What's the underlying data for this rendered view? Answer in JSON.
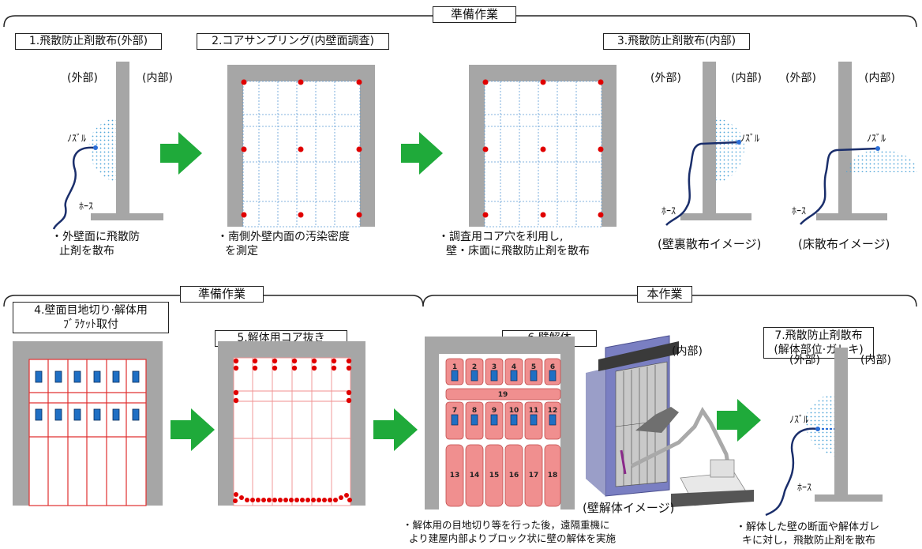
{
  "sections": {
    "prep_top": "準備作業",
    "prep_bottom": "準備作業",
    "main_work": "本作業"
  },
  "steps": {
    "s1": "1.飛散防止剤散布(外部)",
    "s2": "2.コアサンプリング(内壁面調査)",
    "s3": "3.飛散防止剤散布(内部)",
    "s4_line1": "4.壁面目地切り·解体用",
    "s4_line2": "ﾌﾞﾗｹｯﾄ取付",
    "s5": "5.解体用コア抜き",
    "s6": "6.壁解体",
    "s7_line1": "7.飛散防止剤散布",
    "s7_line2": "(解体部位·ガレキ)"
  },
  "labels": {
    "outside": "(外部)",
    "inside": "(内部)",
    "nozzle": "ﾉｽﾞﾙ",
    "hose": "ﾎｰｽ",
    "wall_back_image": "(壁裏散布イメージ)",
    "floor_image": "(床散布イメージ)",
    "wall_demolition_image": "(壁解体イメージ)"
  },
  "captions": {
    "c1_line1": "・外壁面に飛散防",
    "c1_line2": "止剤を散布",
    "c2_line1": "・南側外壁内面の汚染密度",
    "c2_line2": "を測定",
    "c3_line1": "・調査用コア穴を利用し,",
    "c3_line2": "壁・床面に飛散防止剤を散布",
    "c6_line1": "・解体用の目地切り等を行った後，遠隔重機に",
    "c6_line2": "より建屋内部よりブロック状に壁の解体を実施",
    "c7_line1": "・解体した壁の断面や解体ガレ",
    "c7_line2": "キに対し，飛散防止剤を散布"
  },
  "blocks": [
    "1",
    "2",
    "3",
    "4",
    "5",
    "6",
    "7",
    "8",
    "9",
    "10",
    "11",
    "12",
    "13",
    "14",
    "15",
    "16",
    "17",
    "18",
    "19"
  ],
  "colors": {
    "wall": "#a6a6a6",
    "arrow": "#1faa3a",
    "dot": "#e00000",
    "spray": "#4aa3d8",
    "hose": "#1a2e6b",
    "block_fill": "#f08f8f",
    "block_blue": "#1f6fc4"
  }
}
